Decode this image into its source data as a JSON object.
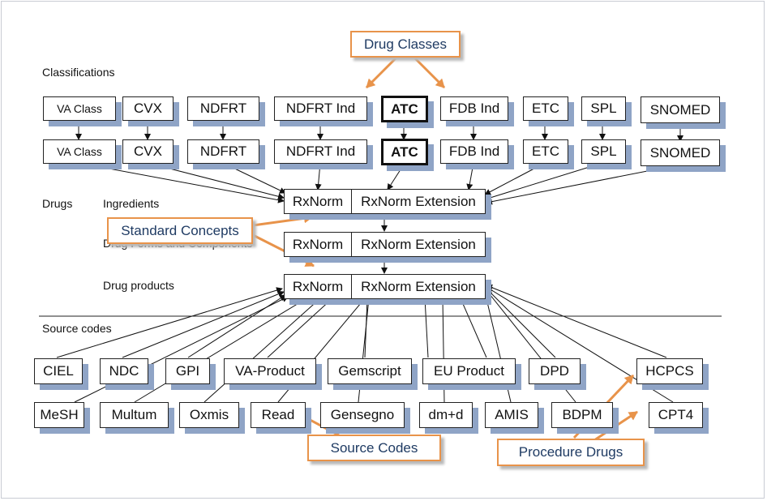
{
  "sections": {
    "classifications": "Classifications",
    "drugs": "Drugs",
    "ingredients": "Ingredients",
    "drug_forms": "Drug Forms and Components",
    "drug_products": "Drug products",
    "source_codes": "Source codes"
  },
  "class_row": [
    "VA Class",
    "CVX",
    "NDFRT",
    "NDFRT Ind",
    "ATC",
    "FDB Ind",
    "ETC",
    "SPL",
    "SNOMED"
  ],
  "rxnorm": {
    "left": "RxNorm",
    "right": "RxNorm Extension"
  },
  "source_row1": [
    "CIEL",
    "NDC",
    "GPI",
    "VA-Product",
    "Gemscript",
    "EU Product",
    "DPD",
    "HCPCS"
  ],
  "source_row2": [
    "MeSH",
    "Multum",
    "Oxmis",
    "Read",
    "Gensegno",
    "dm+d",
    "AMIS",
    "BDPM",
    "CPT4"
  ],
  "callouts": {
    "drug_classes": "Drug Classes",
    "standard_concepts": "Standard Concepts",
    "source_codes": "Source Codes",
    "procedure_drugs": "Procedure Drugs"
  },
  "colors": {
    "callout_border": "#e8934a",
    "callout_text": "#1f3b63",
    "shadow": "#8fa4c6"
  }
}
